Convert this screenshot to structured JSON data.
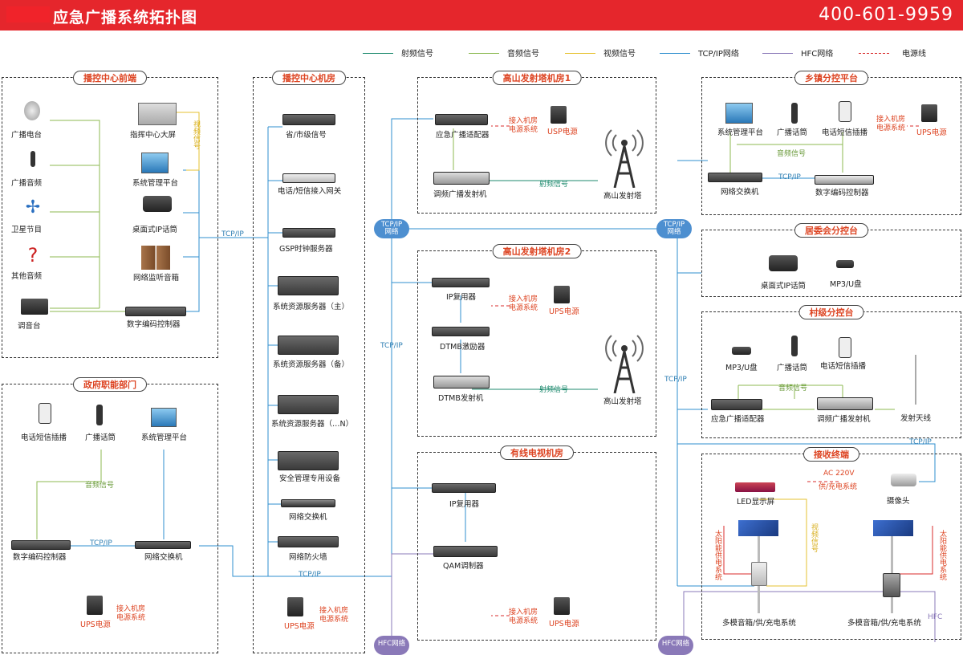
{
  "header": {
    "title": "应急广播系统拓扑图",
    "phone": "400-601-9959"
  },
  "legend": [
    {
      "label": "射频信号",
      "color": "#1e8a6e"
    },
    {
      "label": "音频信号",
      "color": "#8cba52"
    },
    {
      "label": "视频信号",
      "color": "#e6c230"
    },
    {
      "label": "TCP/IP网络",
      "color": "#2f8fcf"
    },
    {
      "label": "HFC网络",
      "color": "#8a79b8"
    },
    {
      "label": "电源线",
      "color": "#d92b2b"
    }
  ],
  "zones": {
    "z1": "播控中心前端",
    "z2": "播控中心机房",
    "z3": "高山发射塔机房1",
    "z4": "乡镇分控平台",
    "z5": "居委会分控台",
    "z6": "高山发射塔机房2",
    "z7": "村级分控台",
    "z8": "政府职能部门",
    "z9": "有线电视机房",
    "z10": "接收终端"
  },
  "nodes": {
    "broadcast_station": "广播电台",
    "broadcast_audio": "广播音频",
    "satellite": "卫星节目",
    "other_audio": "其他音频",
    "mixer": "调音台",
    "command_screen": "指挥中心大屏",
    "sys_mgmt": "系统管理平台",
    "desk_ip_mic": "桌面式IP话筒",
    "monitor_speaker": "网络监听音箱",
    "digital_codec": "数字编码控制器",
    "province_signal": "省/市级信号",
    "phone_gateway": "电话/短信接入网关",
    "gsp_clock": "GSP时钟服务器",
    "res_server_main": "系统资源服务器（主）",
    "res_server_backup": "系统资源服务器（备）",
    "res_server_n": "系统资源服务器（…N）",
    "security_device": "安全管理专用设备",
    "net_switch": "网络交换机",
    "firewall": "网络防火墙",
    "ups": "UPS电源",
    "emergency_adapter": "应急广播适配器",
    "usp_power": "USP电源",
    "fm_transmitter": "调频广播发射机",
    "tower": "高山发射塔",
    "ip_mux": "IP复用器",
    "dtmb_exciter": "DTMB激励器",
    "dtmb_transmitter": "DTMB发射机",
    "qam": "QAM调制器",
    "mic": "广播话筒",
    "sms_phone": "电话短信插播",
    "mp3": "MP3/U盘",
    "antenna": "发射天线",
    "led": "LED显示屏",
    "camera": "摄像头",
    "multi_speaker": "多模音箱/供/充电系统"
  },
  "labels": {
    "tcpip": "TCP/IP",
    "tcp_net": "TCP/IP\n网络",
    "hfc_net": "HFC网络",
    "hfc": "HFC",
    "rf": "射频信号",
    "audio": "音频信号",
    "power_access": "接入机房\n电源系统",
    "video": "视频信号",
    "ac": "AC 220V",
    "ac_sub": "供/充电系统",
    "solar": "太阳能供电系统"
  }
}
